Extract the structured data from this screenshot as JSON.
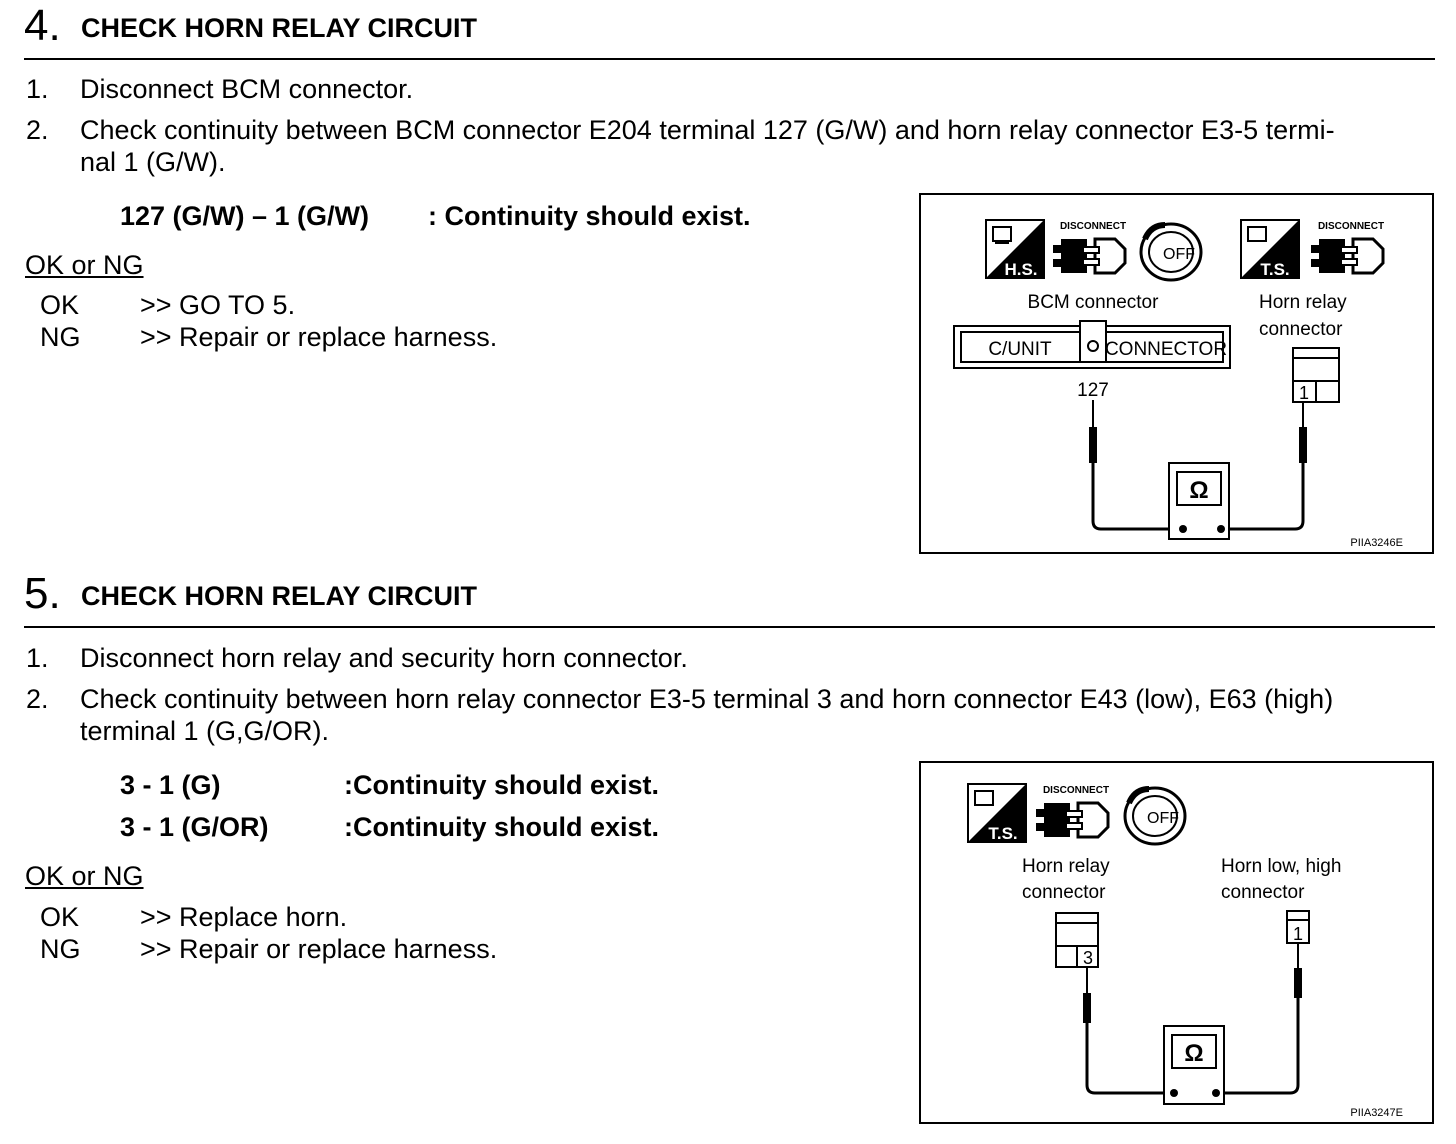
{
  "step4": {
    "number": "4.",
    "title": "CHECK HORN RELAY CIRCUIT",
    "items": [
      {
        "num": "1.",
        "line1": "Disconnect BCM connector."
      },
      {
        "num": "2.",
        "line1": "Check continuity between BCM connector E204 terminal 127 (G/W)  and horn relay connector E3-5 termi-",
        "line2": "nal 1 (G/W)."
      }
    ],
    "spec": {
      "left": "127 (G/W) – 1 (G/W)",
      "right": ": Continuity should exist."
    },
    "result_heading": "OK or NG",
    "results": [
      {
        "key": "OK",
        "value": ">> GO TO 5."
      },
      {
        "key": "NG",
        "value": ">> Repair or replace harness."
      }
    ],
    "figure": {
      "icon_hs": "H.S.",
      "icon_ts": "T.S.",
      "disconnect": "DISCONNECT",
      "off": "OFF",
      "bcm_label": "BCM connector",
      "relay_label_1": "Horn  relay",
      "relay_label_2": "connector",
      "cunit": "C/UNIT",
      "connector": "CONNECTOR",
      "terminal_bcm": "127",
      "terminal_relay": "1",
      "ohm": "Ω",
      "code": "PIIA3246E"
    }
  },
  "step5": {
    "number": "5.",
    "title": "CHECK HORN RELAY CIRCUIT",
    "items": [
      {
        "num": "1.",
        "line1": "Disconnect horn relay and security horn connector."
      },
      {
        "num": "2.",
        "line1": "Check continuity between  horn relay connector E3-5 terminal 3 and horn connector E43 (low), E63 (high)",
        "line2": "terminal 1 (G,G/OR)."
      }
    ],
    "specs": [
      {
        "left": "3 - 1 (G)",
        "right": ":Continuity should exist."
      },
      {
        "left": "3 - 1 (G/OR)",
        "right": ":Continuity should exist."
      }
    ],
    "result_heading": "OK or NG",
    "results": [
      {
        "key": "OK",
        "value": ">> Replace horn."
      },
      {
        "key": "NG",
        "value": ">> Repair or replace harness."
      }
    ],
    "figure": {
      "icon_ts": "T.S.",
      "disconnect": "DISCONNECT",
      "off": "OFF",
      "relay_label_1": "Horn relay",
      "relay_label_2": "connector",
      "horn_label_1": "Horn low, high",
      "horn_label_2": "connector",
      "terminal_relay": "3",
      "terminal_horn": "1",
      "ohm": "Ω",
      "code": "PIIA3247E"
    }
  }
}
